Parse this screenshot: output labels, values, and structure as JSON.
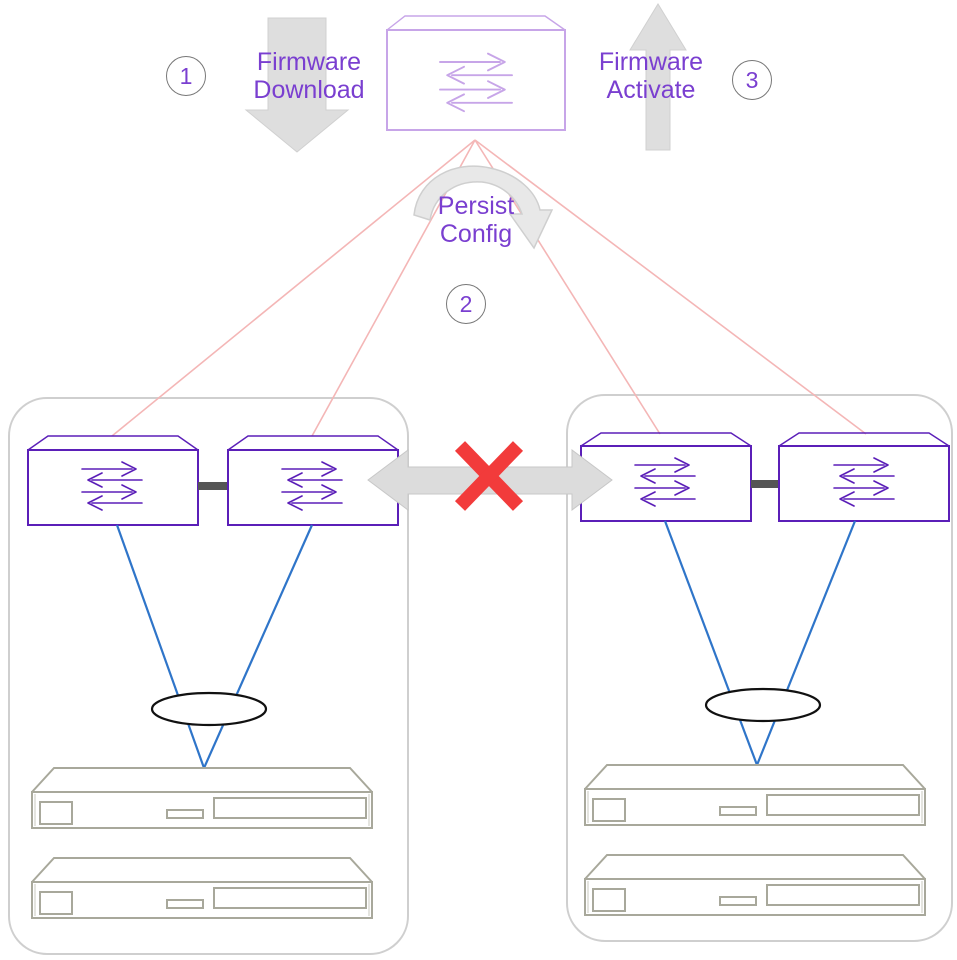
{
  "steps": [
    {
      "number": "1",
      "label_line1": "Firmware",
      "label_line2": "Download"
    },
    {
      "number": "2",
      "label_line1": "Persist",
      "label_line2": "Config"
    },
    {
      "number": "3",
      "label_line1": "Firmware",
      "label_line2": "Activate"
    }
  ],
  "colors": {
    "switch_active": "#5b1fb8",
    "switch_controller": "#c7a5e8",
    "label_text": "#7a3fd0",
    "uplink": "#f4b6b6",
    "downlink": "#2f75c9",
    "isl_blocked": "#f23b3b",
    "arrow_fill": "#dedede",
    "group_border": "#cfcfcf",
    "server_outline": "#a8a89b"
  },
  "icons": {
    "switch": "switch-icon",
    "server": "server-icon",
    "blocked": "red-x-icon",
    "lag": "lag-ellipse-icon"
  }
}
